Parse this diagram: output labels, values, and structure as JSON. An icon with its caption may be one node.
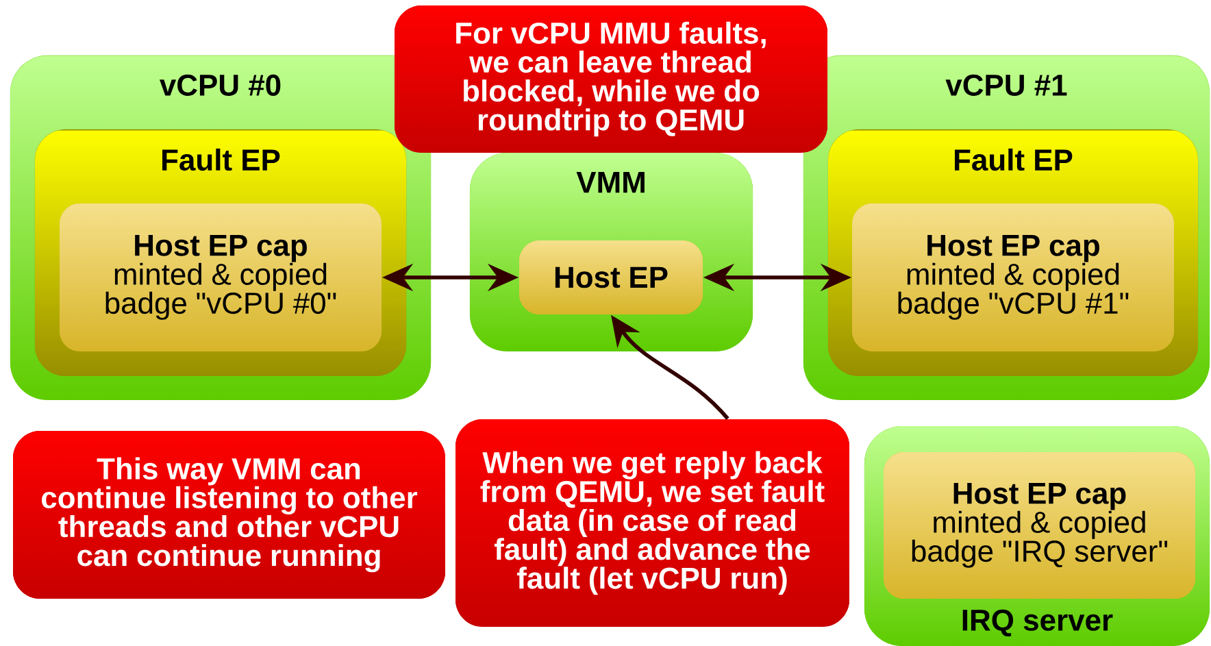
{
  "diagram": {
    "nodes": [
      {
        "text": [
          "vCPU #0"
        ]
      },
      {
        "text": [
          "Fault EP"
        ],
        "in": 0
      },
      {
        "text": [
          "Host EP cap",
          "minted & copied badge \"vCPU #0\""
        ],
        "in": 1
      },
      {
        "text": [
          "For vCPU MMU faults, we can leave thread blocked, while we do roundtrip to QEMU"
        ]
      },
      {
        "text": [
          "VMM"
        ]
      },
      {
        "text": [
          "Host EP"
        ],
        "in": 4
      },
      {
        "text": [
          "vCPU #1"
        ]
      },
      {
        "text": [
          "Fault EP"
        ],
        "in": 6
      },
      {
        "text": [
          "Host EP cap",
          "minted & copied badge \"vCPU #1\""
        ],
        "in": 7
      },
      {
        "text": [
          "This way VMM can continue listening to other threads and other vCPU can continue running"
        ]
      },
      {
        "text": [
          "When we get reply back from QEMU, we set fault data (in case of read fault) and advance the fault (let vCPU run)"
        ]
      },
      {
        "text": [
          "IRQ server"
        ]
      },
      {
        "text": [
          "Host EP cap",
          "minted & copied badge \"IRQ server\""
        ],
        "in": 11
      }
    ],
    "edges": [
      {
        "from": 2,
        "to": 5,
        "arrow": "both"
      },
      {
        "from": 5,
        "to": 8,
        "arrow": "both"
      },
      {
        "from": 10,
        "to": 5,
        "arrow": "to"
      }
    ]
  }
}
